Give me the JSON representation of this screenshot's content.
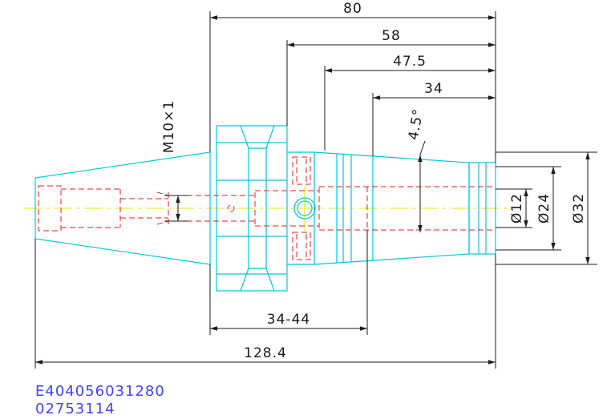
{
  "dimensions": {
    "d80": "80",
    "d58": "58",
    "d47_5": "47.5",
    "d34": "34",
    "taper_angle": "4.5°",
    "thread": "M10×1",
    "dia12": "Ø12",
    "dia24": "Ø24",
    "dia32": "Ø32",
    "range34_44": "34-44",
    "overall": "128.4"
  },
  "codes": {
    "line1": "E404056031280",
    "line2": "02753114"
  },
  "colors": {
    "outline": "#00c8dc",
    "hidden": "#e81c1c",
    "centerline": "#e6e600",
    "dimension": "#1a1a1a",
    "code_text": "#3c44ff"
  }
}
